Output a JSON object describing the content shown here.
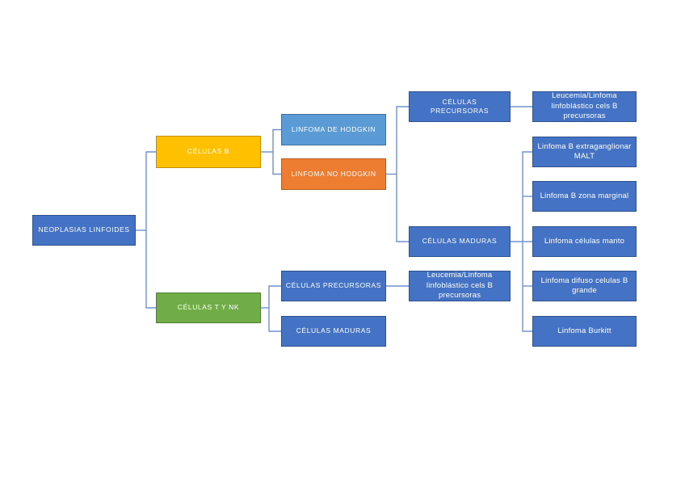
{
  "diagram": {
    "type": "hierarchy-tree",
    "nodes": {
      "root": {
        "label": "NEOPLASIAS LINFOIDES",
        "color_role": "blue"
      },
      "celulas_b": {
        "label": "CÉLULAS B",
        "color_role": "yellow"
      },
      "celulas_t_nk": {
        "label": "CÉLULAS T Y NK",
        "color_role": "green"
      },
      "linfoma_hodgkin": {
        "label": "LINFOMA DE HODGKIN",
        "color_role": "lightblue"
      },
      "linfoma_no_hodgkin": {
        "label": "LINFOMA NO HODGKIN",
        "color_role": "orange"
      },
      "b_precursoras": {
        "label": "CÉLULAS PRECURSORAS",
        "color_role": "blue"
      },
      "b_leucemia": {
        "label": "Leucemia/Linfoma linfoblástico cels B precursoras",
        "color_role": "blue"
      },
      "b_maduras": {
        "label": "CÉLULAS MADURAS",
        "color_role": "blue"
      },
      "malt": {
        "label": "Linfoma B extraganglionar MALT",
        "color_role": "blue"
      },
      "zona_marginal": {
        "label": "Linfoma B zona marginal",
        "color_role": "blue"
      },
      "manto": {
        "label": "Linfoma células manto",
        "color_role": "blue"
      },
      "difuso": {
        "label": "Linfoma difuso celulas B grande",
        "color_role": "blue"
      },
      "burkitt": {
        "label": "Linfoma Burkitt",
        "color_role": "blue"
      },
      "t_precursoras": {
        "label": "CÉLULAS PRECURSORAS",
        "color_role": "blue"
      },
      "t_leucemia": {
        "label": "Leucemia/Linfoma linfoblástico cels B precursoras",
        "color_role": "blue"
      },
      "t_maduras": {
        "label": "CÉLULAS MADURAS",
        "color_role": "blue"
      }
    },
    "edges": [
      {
        "from": "root",
        "to": "celulas_b"
      },
      {
        "from": "root",
        "to": "celulas_t_nk"
      },
      {
        "from": "celulas_b",
        "to": "linfoma_hodgkin"
      },
      {
        "from": "celulas_b",
        "to": "linfoma_no_hodgkin"
      },
      {
        "from": "linfoma_no_hodgkin",
        "to": "b_precursoras"
      },
      {
        "from": "linfoma_no_hodgkin",
        "to": "b_maduras"
      },
      {
        "from": "b_precursoras",
        "to": "b_leucemia"
      },
      {
        "from": "b_maduras",
        "to": "malt"
      },
      {
        "from": "b_maduras",
        "to": "zona_marginal"
      },
      {
        "from": "b_maduras",
        "to": "manto"
      },
      {
        "from": "b_maduras",
        "to": "difuso"
      },
      {
        "from": "b_maduras",
        "to": "burkitt"
      },
      {
        "from": "celulas_t_nk",
        "to": "t_precursoras"
      },
      {
        "from": "celulas_t_nk",
        "to": "t_maduras"
      },
      {
        "from": "t_precursoras",
        "to": "t_leucemia"
      }
    ],
    "colors": {
      "blue": {
        "fill": "#4472C4",
        "border": "#2F528F"
      },
      "lightblue": {
        "fill": "#5B9BD5",
        "border": "#41719C"
      },
      "orange": {
        "fill": "#ED7D31",
        "border": "#BC5B21"
      },
      "yellow": {
        "fill": "#FFC000",
        "border": "#BF9000"
      },
      "green": {
        "fill": "#70AD47",
        "border": "#507E32"
      },
      "connector": "#6F92CF",
      "text": "#FFFFFF",
      "background": "#FFFFFF"
    }
  }
}
